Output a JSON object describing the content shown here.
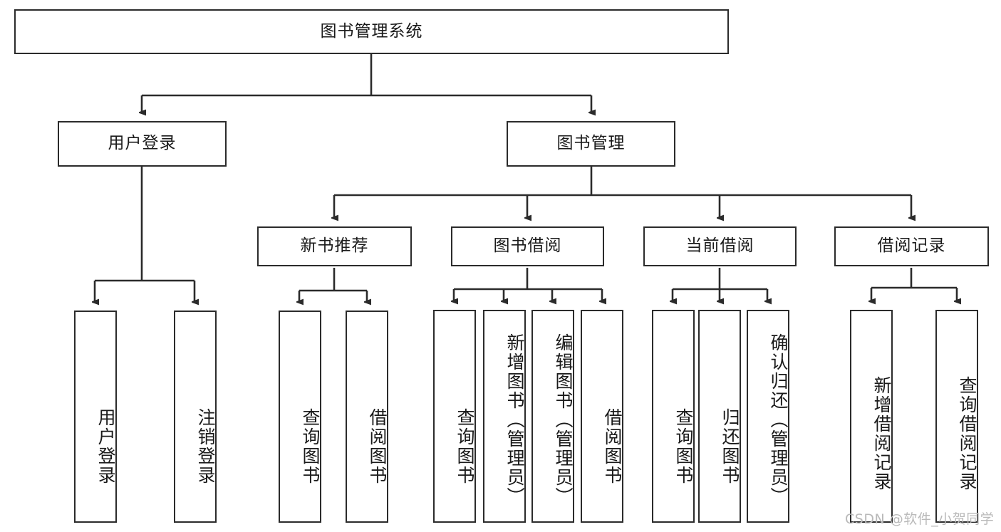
{
  "diagram": {
    "type": "tree-hierarchy",
    "title": "图书管理系统",
    "watermark": "CSDN @软件_小贺同学",
    "colors": {
      "box_border": "#2b2b2b",
      "box_fill": "#ffffff",
      "edge": "#2b2b2b",
      "text": "#1a1a1a",
      "watermark": "#b9b9b9",
      "background": "#ffffff"
    },
    "nodes": {
      "root": {
        "label": "图书管理系统",
        "orientation": "horizontal",
        "level": 0
      },
      "user_login": {
        "label": "用户登录",
        "orientation": "horizontal",
        "level": 1
      },
      "book_manage": {
        "label": "图书管理",
        "orientation": "horizontal",
        "level": 1
      },
      "new_book_rec": {
        "label": "新书推荐",
        "orientation": "horizontal",
        "level": 2
      },
      "book_borrow": {
        "label": "图书借阅",
        "orientation": "horizontal",
        "level": 2
      },
      "current_borrow": {
        "label": "当前借阅",
        "orientation": "horizontal",
        "level": 2
      },
      "borrow_record": {
        "label": "借阅记录",
        "orientation": "horizontal",
        "level": 2
      },
      "leaf_user_login": {
        "label": "用户登录",
        "orientation": "vertical",
        "level": 2
      },
      "leaf_logout": {
        "label": "注销登录",
        "orientation": "vertical",
        "level": 2
      },
      "leaf_query_book_1": {
        "label": "查询图书",
        "orientation": "vertical",
        "level": 3
      },
      "leaf_borrow_book_1": {
        "label": "借阅图书",
        "orientation": "vertical",
        "level": 3
      },
      "leaf_query_book_2": {
        "label": "查询图书",
        "orientation": "vertical",
        "level": 3
      },
      "leaf_add_book": {
        "label": "新增图书（管理员）",
        "orientation": "vertical",
        "level": 3
      },
      "leaf_edit_book": {
        "label": "编辑图书（管理员）",
        "orientation": "vertical",
        "level": 3
      },
      "leaf_borrow_book_2": {
        "label": "借阅图书",
        "orientation": "vertical",
        "level": 3
      },
      "leaf_query_book_3": {
        "label": "查询图书",
        "orientation": "vertical",
        "level": 3
      },
      "leaf_return_book": {
        "label": "归还图书",
        "orientation": "vertical",
        "level": 3
      },
      "leaf_confirm_return": {
        "label": "确认归还（管理员）",
        "orientation": "vertical",
        "level": 3
      },
      "leaf_add_record": {
        "label": "新增借阅记录",
        "orientation": "vertical",
        "level": 3
      },
      "leaf_query_record": {
        "label": "查询借阅记录",
        "orientation": "vertical",
        "level": 3
      }
    },
    "edges": [
      {
        "from": "root",
        "to": "user_login"
      },
      {
        "from": "root",
        "to": "book_manage"
      },
      {
        "from": "user_login",
        "to": "leaf_user_login"
      },
      {
        "from": "user_login",
        "to": "leaf_logout"
      },
      {
        "from": "book_manage",
        "to": "new_book_rec"
      },
      {
        "from": "book_manage",
        "to": "book_borrow"
      },
      {
        "from": "book_manage",
        "to": "current_borrow"
      },
      {
        "from": "book_manage",
        "to": "borrow_record"
      },
      {
        "from": "new_book_rec",
        "to": "leaf_query_book_1"
      },
      {
        "from": "new_book_rec",
        "to": "leaf_borrow_book_1"
      },
      {
        "from": "book_borrow",
        "to": "leaf_query_book_2"
      },
      {
        "from": "book_borrow",
        "to": "leaf_add_book"
      },
      {
        "from": "book_borrow",
        "to": "leaf_edit_book"
      },
      {
        "from": "book_borrow",
        "to": "leaf_borrow_book_2"
      },
      {
        "from": "current_borrow",
        "to": "leaf_query_book_3"
      },
      {
        "from": "current_borrow",
        "to": "leaf_return_book"
      },
      {
        "from": "current_borrow",
        "to": "leaf_confirm_return"
      },
      {
        "from": "borrow_record",
        "to": "leaf_add_record"
      },
      {
        "from": "borrow_record",
        "to": "leaf_query_record"
      }
    ]
  }
}
